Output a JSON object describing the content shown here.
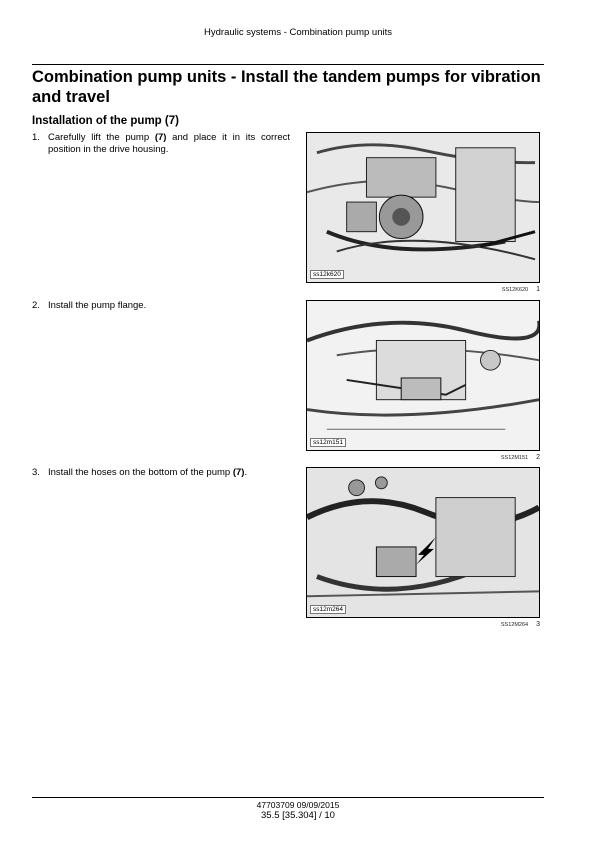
{
  "header": {
    "running_title": "Hydraulic systems - Combination pump units"
  },
  "title": "Combination pump units - Install the tandem pumps for vibration and travel",
  "section_heading": "Installation of the pump (7)",
  "steps": [
    {
      "number": "1.",
      "text_before": "Carefully lift the pump ",
      "ref": "(7)",
      "text_after": " and place it in its correct position in the drive housing."
    },
    {
      "number": "2.",
      "text_before": "Install the pump flange.",
      "ref": "",
      "text_after": ""
    },
    {
      "number": "3.",
      "text_before": "Install the hoses on the bottom of the pump ",
      "ref": "(7)",
      "text_after": "."
    }
  ],
  "figures": [
    {
      "image_label": "ss12k620",
      "caption_code": "SS12K620",
      "caption_number": "1"
    },
    {
      "image_label": "ss12m151",
      "caption_code": "SS12M151",
      "caption_number": "2"
    },
    {
      "image_label": "ss12m264",
      "caption_code": "SS12M264",
      "caption_number": "3"
    }
  ],
  "footer": {
    "doc_number": "47703709 09/09/2015",
    "page_ref": "35.5 [35.304] / 10"
  }
}
